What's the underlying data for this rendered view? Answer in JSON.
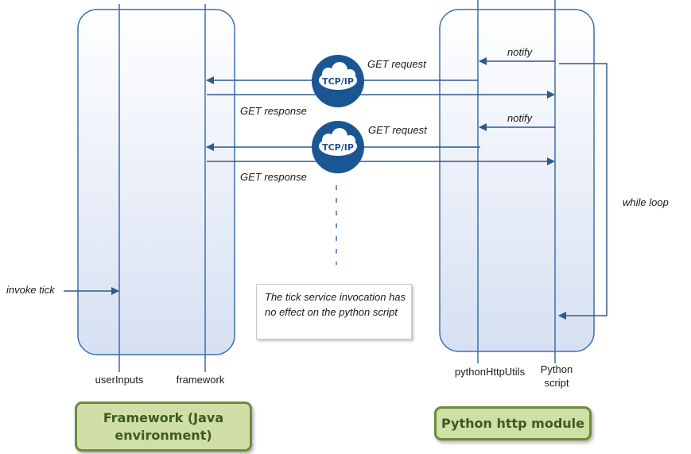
{
  "diagram": {
    "left_container_caption": "Framework (Java environment)",
    "right_container_caption": "Python http module",
    "lifelines": {
      "user_inputs": "userInputs",
      "framework": "framework",
      "python_http_utils": "pythonHttpUtils",
      "python_script_line1": "Python",
      "python_script_line2": "script"
    },
    "messages": {
      "get_request_1": "GET request",
      "get_response_1": "GET response",
      "get_request_2": "GET request",
      "get_response_2": "GET response",
      "notify_1": "notify",
      "notify_2": "notify",
      "while_loop": "while loop",
      "invoke_tick": "invoke tick"
    },
    "network_badge": "TCP/IP",
    "note_text": "The tick service  invocation has no effect on the python script",
    "colors": {
      "line_blue": "#3a6fb0",
      "arrow_dark": "#2f5a8c",
      "badge_blue": "#1a5693",
      "group_fill": "#cfdfa5",
      "group_border": "#6b8b3a"
    }
  }
}
